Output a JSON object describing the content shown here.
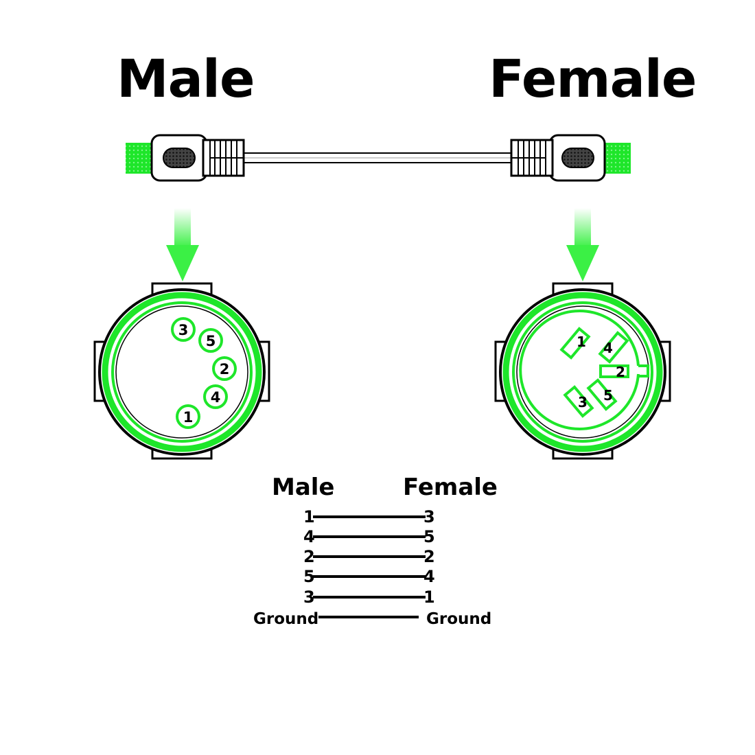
{
  "titles": {
    "male": "Male",
    "female": "Female"
  },
  "male_pins": [
    "3",
    "5",
    "2",
    "4",
    "1"
  ],
  "female_pins": [
    "1",
    "4",
    "2",
    "3",
    "5"
  ],
  "wiring": {
    "header_left": "Male",
    "header_right": "Female",
    "rows": [
      {
        "male": "1",
        "female": "3"
      },
      {
        "male": "4",
        "female": "5"
      },
      {
        "male": "2",
        "female": "2"
      },
      {
        "male": "5",
        "female": "4"
      },
      {
        "male": "3",
        "female": "1"
      }
    ],
    "ground_left": "Ground",
    "ground_right": "Ground"
  },
  "colors": {
    "accent": "#1ee62a",
    "line": "#000000",
    "background": "#ffffff"
  }
}
